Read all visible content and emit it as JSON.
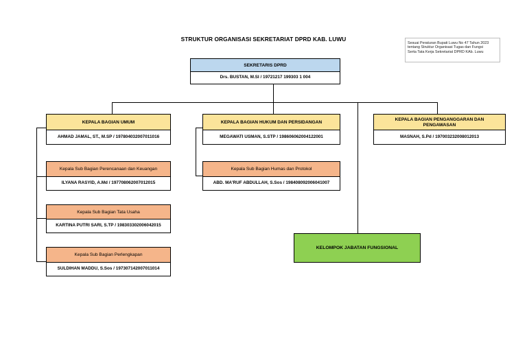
{
  "title": "STRUKTUR ORGANISASI SEKRETARIAT DPRD KAB. LUWU",
  "note": {
    "lines": [
      "Sesuai Peraturan Bupati Luwu No 47 Tahun 2023",
      "tentang Struktur Organisasi Tugas dan Fungsi",
      "Serta Tata Kerja Sekretariat DPRD KAb. Luwu"
    ]
  },
  "sekretaris": {
    "title": "SEKRETARIS DPRD",
    "name": "Drs. BUSTAN, M.SI / 19721217 199303 1 004"
  },
  "bagian_umum": {
    "title": "KEPALA BAGIAN UMUM",
    "name": "AHMAD JAMAL, ST., M.SP / 197804032007011016"
  },
  "bagian_hukum": {
    "title": "KEPALA BAGIAN HUKUM DAN PERSIDANGAN",
    "name": "MEGAWATI USMAN, S.STP / 198606062004122001"
  },
  "bagian_anggaran": {
    "title": "KEPALA BAGIAN PENGANGGARAN DAN PENGAWASAN",
    "name": "MASNAH, S.Pd / 197003232008012013"
  },
  "sub_perencanaan": {
    "title": "Kepala Sub Bagian Perencanaan dan Keuangan",
    "name": "ILYANA RASYID, A.Md / 197708062007012015"
  },
  "sub_tata_usaha": {
    "title": "Kepala Sub Bagian Tata Usaha",
    "name": "KARTINA PUTRI SARI, S.TP / 198303302006042015"
  },
  "sub_perlengkapan": {
    "title": "Kepala Sub Bagian Perlengkapan",
    "name": "SULDIHAN MADDU, S.Sos / 197307142007011014"
  },
  "sub_humas": {
    "title": "Kepala Sub Bagian Humas dan Protokol",
    "name": "ABD. MA'RUF ABDULLAH, S.Sos / 198408092006041007"
  },
  "fungsional": {
    "title": "KELOMPOK JABATAN FUNGSIONAL"
  },
  "colors": {
    "sekretaris_header": "#bcd7ee",
    "kepala_bagian_header": "#fbe49a",
    "sub_bagian_header": "#f5b58a",
    "fungsional": "#8ed052"
  }
}
